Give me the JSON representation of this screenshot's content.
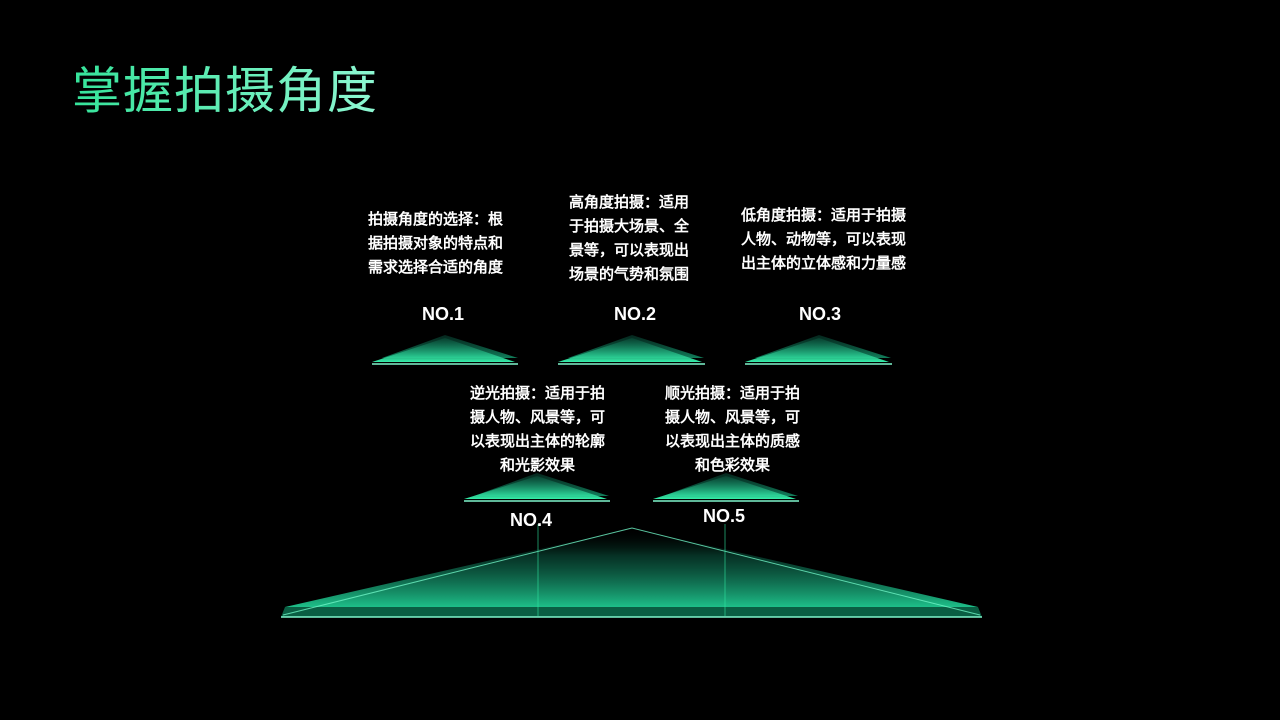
{
  "page": {
    "title": "掌握拍摄角度"
  },
  "items": [
    {
      "label": "NO.1",
      "text_lines": [
        "拍摄角度的选择：根",
        "据拍摄对象的特点和",
        "需求选择合适的角度"
      ]
    },
    {
      "label": "NO.2",
      "text_lines": [
        "高角度拍摄：适用",
        "于拍摄大场景、全",
        "景等，可以表现出",
        "场景的气势和氛围"
      ]
    },
    {
      "label": "NO.3",
      "text_lines": [
        "低角度拍摄：适用于拍摄",
        "人物、动物等，可以表现",
        "出主体的立体感和力量感"
      ]
    },
    {
      "label": "NO.4",
      "text_lines": [
        "逆光拍摄：适用于拍",
        "摄人物、风景等，可",
        "以表现出主体的轮廓",
        "和光影效果"
      ]
    },
    {
      "label": "NO.5",
      "text_lines": [
        "顺光拍摄：适用于拍",
        "摄人物、风景等，可",
        "以表现出主体的质感",
        "和色彩效果"
      ]
    }
  ],
  "colors": {
    "background": "#000000",
    "accent": "#2ee6a0",
    "accent_light": "#7ff5cc",
    "text": "#ffffff"
  }
}
